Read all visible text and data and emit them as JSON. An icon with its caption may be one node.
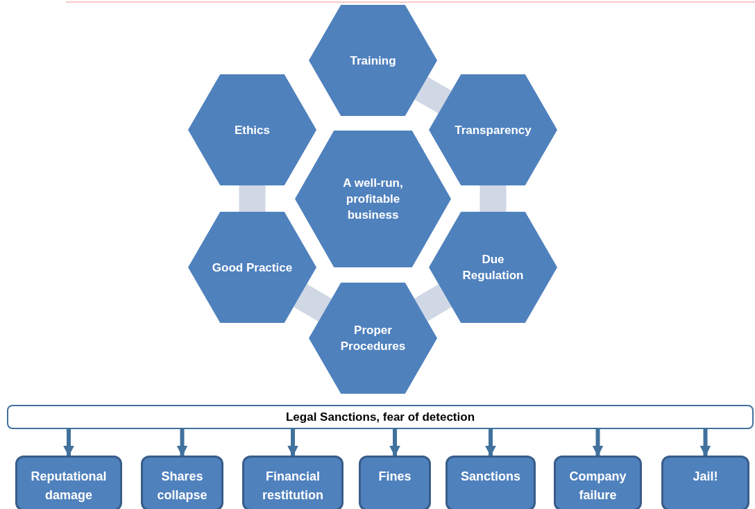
{
  "diagram": {
    "nodes": [
      {
        "text": [
          "Training"
        ]
      },
      {
        "text": [
          "Ethics"
        ]
      },
      {
        "text": [
          "Transparency"
        ]
      },
      {
        "text": [
          "A well-run, profitable business"
        ]
      },
      {
        "text": [
          "Good Practice"
        ]
      },
      {
        "text": [
          "Due Regulation"
        ]
      },
      {
        "text": [
          "Proper Procedures"
        ]
      },
      {
        "text": [
          "Legal Sanctions, fear of detection"
        ]
      },
      {
        "text": [
          "Reputational damage"
        ]
      },
      {
        "text": [
          "Shares collapse"
        ]
      },
      {
        "text": [
          "Financial restitution"
        ]
      },
      {
        "text": [
          "Fines"
        ]
      },
      {
        "text": [
          "Sanctions"
        ]
      },
      {
        "text": [
          "Company failure"
        ]
      },
      {
        "text": [
          "Jail!"
        ]
      }
    ],
    "edges": [
      {
        "from": 0,
        "to": 2,
        "arrow": "none",
        "style": "thick",
        "color": "#d0d7e5"
      },
      {
        "from": 2,
        "to": 5,
        "arrow": "none",
        "style": "thick",
        "color": "#d0d7e5"
      },
      {
        "from": 5,
        "to": 6,
        "arrow": "none",
        "style": "thick",
        "color": "#d0d7e5"
      },
      {
        "from": 6,
        "to": 4,
        "arrow": "none",
        "style": "thick",
        "color": "#d0d7e5"
      },
      {
        "from": 4,
        "to": 1,
        "arrow": "none",
        "style": "thick",
        "color": "#d0d7e5"
      },
      {
        "from": 7,
        "to": 8,
        "arrow": "to"
      },
      {
        "from": 7,
        "to": 9,
        "arrow": "to"
      },
      {
        "from": 7,
        "to": 10,
        "arrow": "to"
      },
      {
        "from": 7,
        "to": 11,
        "arrow": "to"
      },
      {
        "from": 7,
        "to": 12,
        "arrow": "to"
      },
      {
        "from": 7,
        "to": 13,
        "arrow": "to"
      },
      {
        "from": 7,
        "to": 14,
        "arrow": "to"
      }
    ]
  }
}
